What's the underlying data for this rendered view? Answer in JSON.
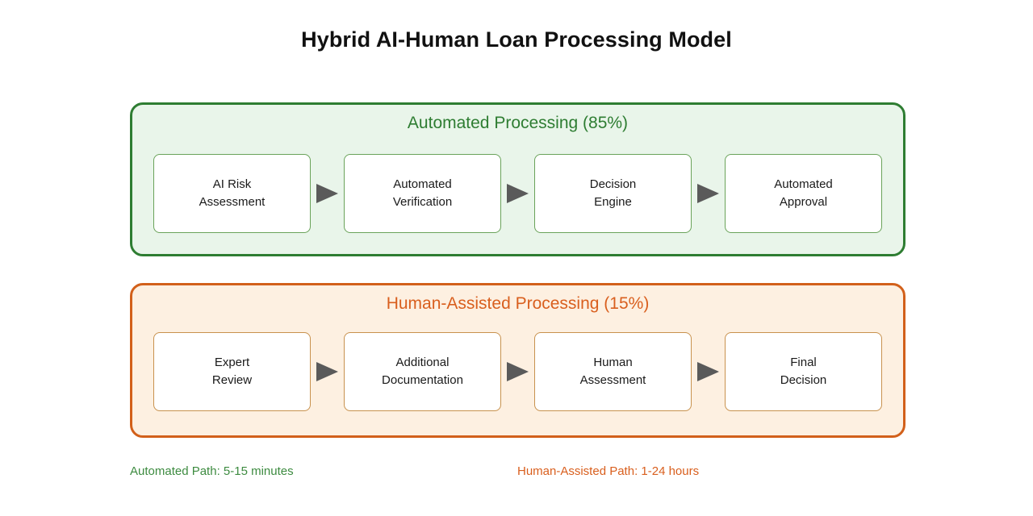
{
  "title": "Hybrid AI-Human Loan Processing Model",
  "colors": {
    "green_border": "#2e7d32",
    "green_fill": "#e9f5ea",
    "green_text": "#2e7d32",
    "green_box_border": "#6aa35a",
    "orange_border": "#d2601a",
    "orange_fill": "#fdf0e1",
    "orange_text": "#d95f1e",
    "orange_box_border": "#c8924e",
    "arrow_gray": "#5a5a5a",
    "box_fill": "#ffffff",
    "title_text": "#111111"
  },
  "panels": [
    {
      "id": "automated",
      "heading": "Automated Processing (85%)",
      "steps": [
        "AI Risk\nAssessment",
        "Automated\nVerification",
        "Decision\nEngine",
        "Automated\nApproval"
      ],
      "arrow_icon": "arrow-right-icon"
    },
    {
      "id": "human-assisted",
      "heading": "Human-Assisted Processing (15%)",
      "steps": [
        "Expert\nReview",
        "Additional\nDocumentation",
        "Human\nAssessment",
        "Final\nDecision"
      ],
      "arrow_icon": "arrow-right-icon"
    }
  ],
  "footer": {
    "automated_note": "Automated Path: 5-15 minutes",
    "human_note": "Human-Assisted Path: 1-24 hours"
  }
}
